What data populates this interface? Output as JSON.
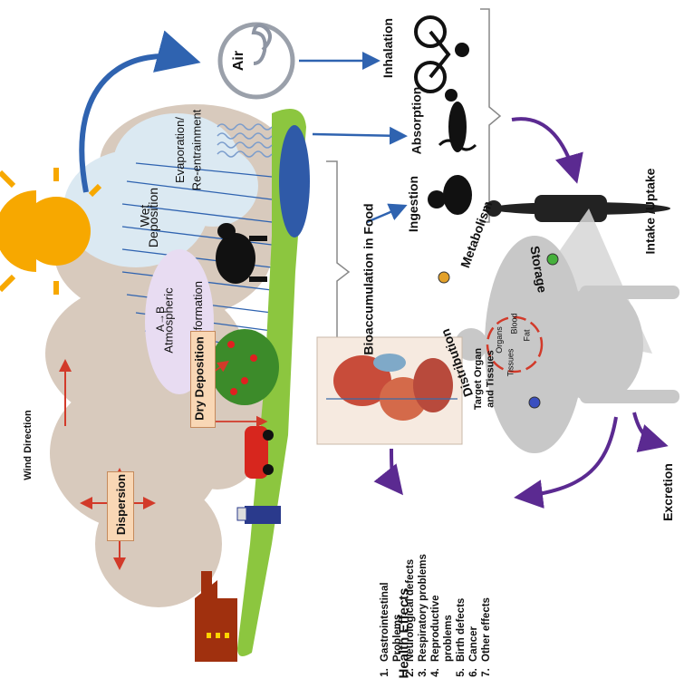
{
  "labels": {
    "air": "Air",
    "inhalation": "Inhalation",
    "absorption": "Absorption",
    "ingestion": "Ingestion",
    "evaporation_line1": "Evaporation/",
    "evaporation_line2": "Re-entrainment",
    "wet_deposition_line1": "Wet",
    "wet_deposition_line2": "Deposition",
    "bioaccumulation": "Bioaccumulation in Food",
    "intake": "Intake /Uptake",
    "metabolism": "Metabolism",
    "storage": "Storage",
    "distribution": "Distribution",
    "organs": "Organs",
    "blood": "Blood",
    "fat": "Fat",
    "tissues": "Tissues",
    "transformation_line1": "A→B",
    "transformation_line2": "Atmospheric",
    "transformation_line3": "Transformation",
    "dry_deposition": "Dry Deposition",
    "dispersion": "Dispersion",
    "wind_direction": "Wind Direction",
    "target_line1": "Target Organ",
    "target_line2": "and Tissues",
    "excretion": "Excretion",
    "health_effects_title": "Health Effects"
  },
  "health_effects": [
    "Gastrointestinal Problems",
    "Neurological defects",
    "Respiratory problems",
    "Reproductive problems",
    "Birth defects",
    "Cancer",
    "Other effects"
  ],
  "colors": {
    "smoke": "#d8cabd",
    "ground": "#8cc63f",
    "water": "#2f5aa8",
    "sun": "#f7a800",
    "factory": "#a0300e",
    "car": "#d7261e",
    "arrow_blue": "#2f63b0",
    "arrow_purple": "#5b2a91",
    "arrow_red": "#d23a2a",
    "label_box": "#f9d7b5",
    "transformation_ellipse": "#e8dcf2"
  }
}
